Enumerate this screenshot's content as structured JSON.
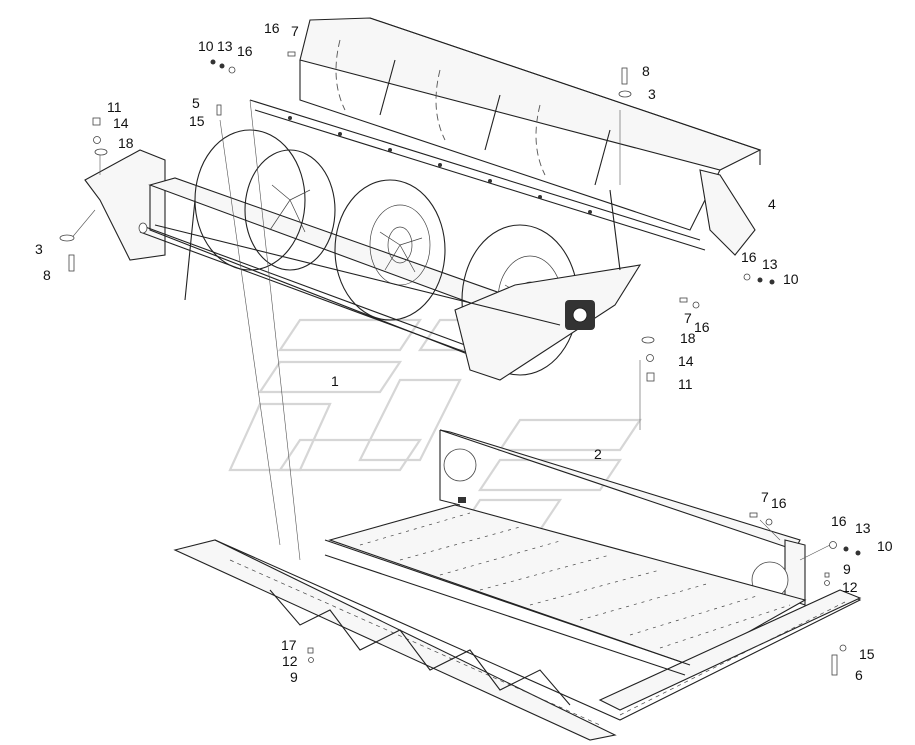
{
  "labels": {
    "l1": "1",
    "l2": "2",
    "l3a": "3",
    "l3b": "3",
    "l4": "4",
    "l5": "5",
    "l6": "6",
    "l7a": "7",
    "l7b": "7",
    "l7c": "7",
    "l8a": "8",
    "l8b": "8",
    "l9a": "9",
    "l9b": "9",
    "l10a": "10",
    "l10b": "10",
    "l10c": "10",
    "l11a": "11",
    "l11b": "11",
    "l12a": "12",
    "l12b": "12",
    "l13a": "13",
    "l13b": "13",
    "l13c": "13",
    "l14a": "14",
    "l14b": "14",
    "l15a": "15",
    "l15b": "15",
    "l16a": "16",
    "l16b": "16",
    "l16c": "16",
    "l16d": "16",
    "l16e": "16",
    "l16f": "16",
    "l17": "17",
    "l18a": "18",
    "l18b": "18"
  },
  "colors": {
    "line": "#222222",
    "watermark": "#d6d6d6",
    "background": "#ffffff"
  }
}
